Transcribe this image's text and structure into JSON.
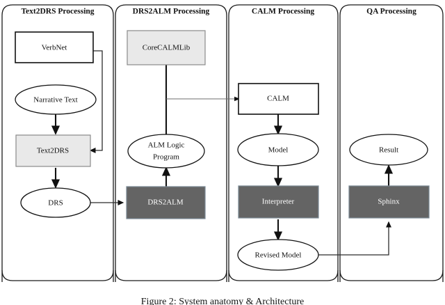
{
  "figure": {
    "caption": "Figure 2:  System anatomy & Architecture",
    "background_color": "#ffffff"
  },
  "colors": {
    "panel_border": "#1a1a1a",
    "plain_box_fill": "#ffffff",
    "light_box_fill": "#e9e9e9",
    "dark_box_fill": "#646464",
    "dark_box_text": "#ffffff",
    "edge": "#111111"
  },
  "panels": [
    {
      "id": "text2drs",
      "title": "Text2DRS Processing"
    },
    {
      "id": "drs2alm",
      "title": "DRS2ALM Processing"
    },
    {
      "id": "calm",
      "title": "CALM Processing"
    },
    {
      "id": "qa",
      "title": "QA Processing"
    }
  ],
  "nodes": [
    {
      "id": "verbnet",
      "label": "VerbNet",
      "shape": "box",
      "style": "plain",
      "panel": "text2drs"
    },
    {
      "id": "narrative",
      "label": "Narrative Text",
      "shape": "ellipse",
      "style": "plain",
      "panel": "text2drs"
    },
    {
      "id": "text2drs",
      "label": "Text2DRS",
      "shape": "box",
      "style": "light",
      "panel": "text2drs"
    },
    {
      "id": "drs",
      "label": "DRS",
      "shape": "ellipse",
      "style": "plain",
      "panel": "text2drs"
    },
    {
      "id": "corecalmlib",
      "label": "CoreCALMLib",
      "shape": "box",
      "style": "light",
      "panel": "drs2alm"
    },
    {
      "id": "almlogic1",
      "label": "ALM Logic",
      "shape": "ellipse",
      "style": "plain",
      "panel": "drs2alm"
    },
    {
      "id": "almlogic2",
      "label": "Program",
      "shape": "ellipse-line2",
      "style": "plain",
      "panel": "drs2alm"
    },
    {
      "id": "drs2alm",
      "label": "DRS2ALM",
      "shape": "box",
      "style": "dark",
      "panel": "drs2alm"
    },
    {
      "id": "calm",
      "label": "CALM",
      "shape": "box",
      "style": "plain",
      "panel": "calm"
    },
    {
      "id": "model",
      "label": "Model",
      "shape": "ellipse",
      "style": "plain",
      "panel": "calm"
    },
    {
      "id": "interpreter",
      "label": "Interpreter",
      "shape": "box",
      "style": "dark",
      "panel": "calm"
    },
    {
      "id": "revisedmodel",
      "label": "Revised Model",
      "shape": "ellipse",
      "style": "plain",
      "panel": "calm"
    },
    {
      "id": "result",
      "label": "Result",
      "shape": "ellipse",
      "style": "plain",
      "panel": "qa"
    },
    {
      "id": "sphinx",
      "label": "Sphinx",
      "shape": "box",
      "style": "dark",
      "panel": "qa"
    }
  ],
  "edges": [
    {
      "id": "e-verbnet-text2drs",
      "from": "verbnet",
      "to": "text2drs",
      "arrow": true,
      "weight": "mid"
    },
    {
      "id": "e-narrative-text2drs",
      "from": "narrative",
      "to": "text2drs",
      "arrow": true,
      "weight": "thick"
    },
    {
      "id": "e-text2drs-drs",
      "from": "text2drs",
      "to": "drs",
      "arrow": true,
      "weight": "thick"
    },
    {
      "id": "e-drs-drs2alm",
      "from": "drs",
      "to": "drs2alm",
      "arrow": true,
      "weight": "mid"
    },
    {
      "id": "e-corecalmlib-almlogic",
      "from": "corecalmlib",
      "to": "almlogic",
      "arrow": false,
      "weight": "thick"
    },
    {
      "id": "e-corecalmlib-calm",
      "from": "corecalmlib",
      "to": "calm",
      "arrow": true,
      "weight": "thin"
    },
    {
      "id": "e-drs2alm-almlogic",
      "from": "drs2alm",
      "to": "almlogic",
      "arrow": true,
      "weight": "thick"
    },
    {
      "id": "e-calm-model",
      "from": "calm",
      "to": "model",
      "arrow": true,
      "weight": "thick"
    },
    {
      "id": "e-model-interpreter",
      "from": "model",
      "to": "interpreter",
      "arrow": true,
      "weight": "thick"
    },
    {
      "id": "e-interpreter-revised",
      "from": "interpreter",
      "to": "revisedmodel",
      "arrow": true,
      "weight": "thick"
    },
    {
      "id": "e-revised-sphinx",
      "from": "revisedmodel",
      "to": "sphinx",
      "arrow": true,
      "weight": "mid"
    },
    {
      "id": "e-sphinx-result",
      "from": "sphinx",
      "to": "result",
      "arrow": true,
      "weight": "thick"
    }
  ]
}
